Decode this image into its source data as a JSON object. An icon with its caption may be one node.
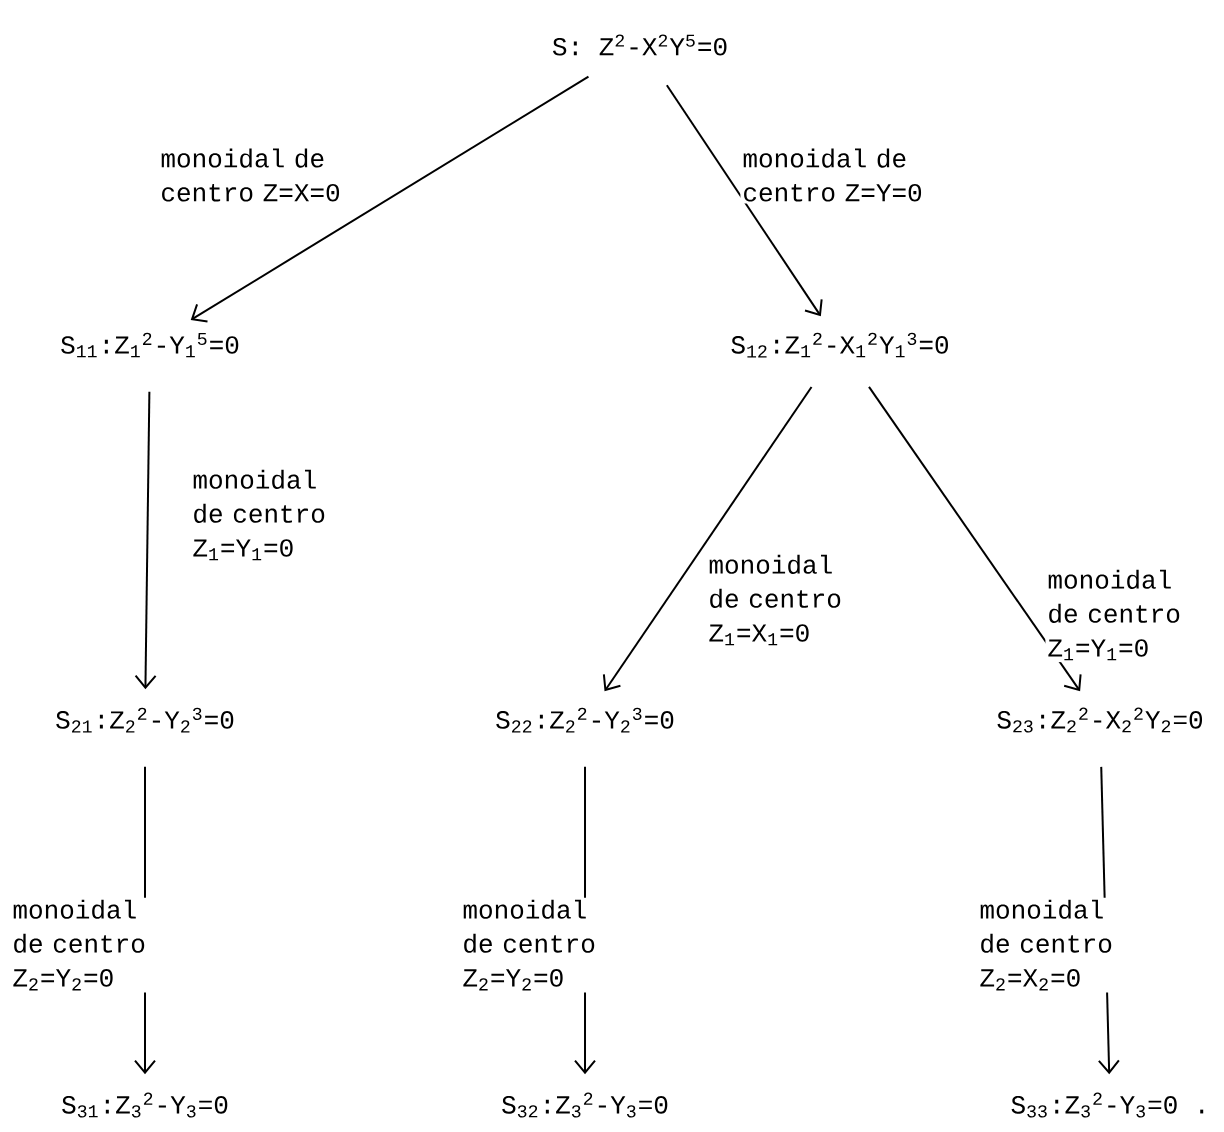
{
  "diagram": {
    "nodes": [
      {
        "text": [
          "S: Z$^{2}$-X$^{2}$Y$^{5}$=0"
        ]
      },
      {
        "text": [
          "S$_{11}$:Z$_{1}$$^{2}$-Y$_{1}$$^{5}$=0"
        ]
      },
      {
        "text": [
          "S$_{12}$:Z$_{1}$$^{2}$-X$_{1}$$^{2}$Y$_{1}$$^{3}$=0"
        ]
      },
      {
        "text": [
          "S$_{21}$:Z$_{2}$$^{2}$-Y$_{2}$$^{3}$=0"
        ]
      },
      {
        "text": [
          "S$_{22}$:Z$_{2}$$^{2}$-Y$_{2}$$^{3}$=0"
        ]
      },
      {
        "text": [
          "S$_{23}$:Z$_{2}$$^{2}$-X$_{2}$$^{2}$Y$_{2}$=0"
        ]
      },
      {
        "text": [
          "S$_{31}$:Z$_{3}$$^{2}$-Y$_{3}$=0"
        ]
      },
      {
        "text": [
          "S$_{32}$:Z$_{3}$$^{2}$-Y$_{3}$=0"
        ]
      },
      {
        "text": [
          "S$_{33}$:Z$_{3}$$^{2}$-Y$_{3}$=0 ."
        ]
      }
    ],
    "edges": [
      {
        "from": 0,
        "to": 1,
        "arrow": "to",
        "label": "monoidal de centro Z=X=0"
      },
      {
        "from": 0,
        "to": 2,
        "arrow": "to",
        "label": "monoidal de centro Z=Y=0"
      },
      {
        "from": 1,
        "to": 3,
        "arrow": "to",
        "label": "monoidal de centro Z$_{1}$=Y$_{1}$=0"
      },
      {
        "from": 2,
        "to": 4,
        "arrow": "to",
        "label": "monoidal de centro Z$_{1}$=X$_{1}$=0"
      },
      {
        "from": 2,
        "to": 5,
        "arrow": "to",
        "label": "monoidal de centro Z$_{1}$=Y$_{1}$=0"
      },
      {
        "from": 3,
        "to": 6,
        "arrow": "to",
        "label": "monoidal de centro Z$_{2}$=Y$_{2}$=0"
      },
      {
        "from": 4,
        "to": 7,
        "arrow": "to",
        "label": "monoidal de centro Z$_{2}$=Y$_{2}$=0"
      },
      {
        "from": 5,
        "to": 8,
        "arrow": "to",
        "label": "monoidal de centro Z$_{2}$=X$_{2}$=0"
      }
    ]
  }
}
